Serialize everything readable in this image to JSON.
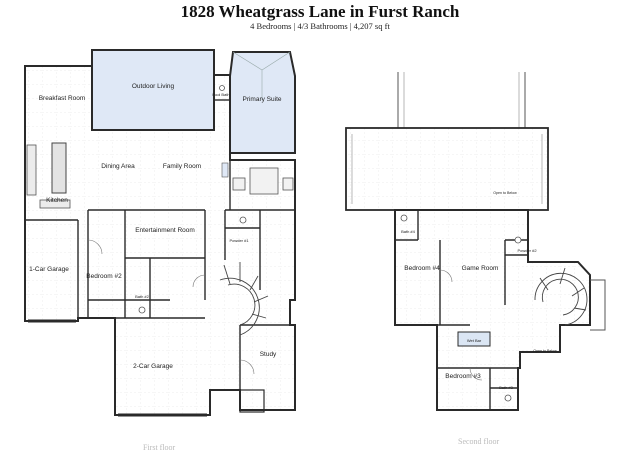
{
  "header": {
    "title": "1828 Wheatgrass Lane in Furst Ranch",
    "subtitle": "4 Bedrooms | 4/3 Bathrooms | 4,207 sq ft"
  },
  "first_floor": {
    "caption": "First floor",
    "rooms": {
      "outdoor_living": "Outdoor Living",
      "primary_suite": "Primary Suite",
      "breakfast_room": "Breakfast Room",
      "dining_area": "Dining Area",
      "family_room": "Family Room",
      "kitchen": "Kitchen",
      "entertainment_room": "Entertainment Room",
      "garage_1car": "1-Car Garage",
      "bedroom_2": "Bedroom #2",
      "bath_2": "Bath #2",
      "powder_1": "Powder #1",
      "pool_bath": "Pool Bath",
      "garage_2car": "2-Car Garage",
      "study": "Study"
    }
  },
  "second_floor": {
    "caption": "Second floor",
    "rooms": {
      "bedroom_4": "Bedroom #4",
      "bath_4": "Bath #4",
      "game_room": "Game Room",
      "powder_2": "Powder #2",
      "wet_bar": "Wet Bar",
      "bedroom_3": "Bedroom #3",
      "bath_3": "Bath #3",
      "open_below_1": "Open to Below",
      "open_below_2": "Open to Below"
    }
  },
  "colors": {
    "wall": "#2a2a2a",
    "outdoor_fill": "#dfe8f6",
    "wet_bar_fill": "#dbe6f4",
    "grid_line": "#d6d6d6"
  }
}
